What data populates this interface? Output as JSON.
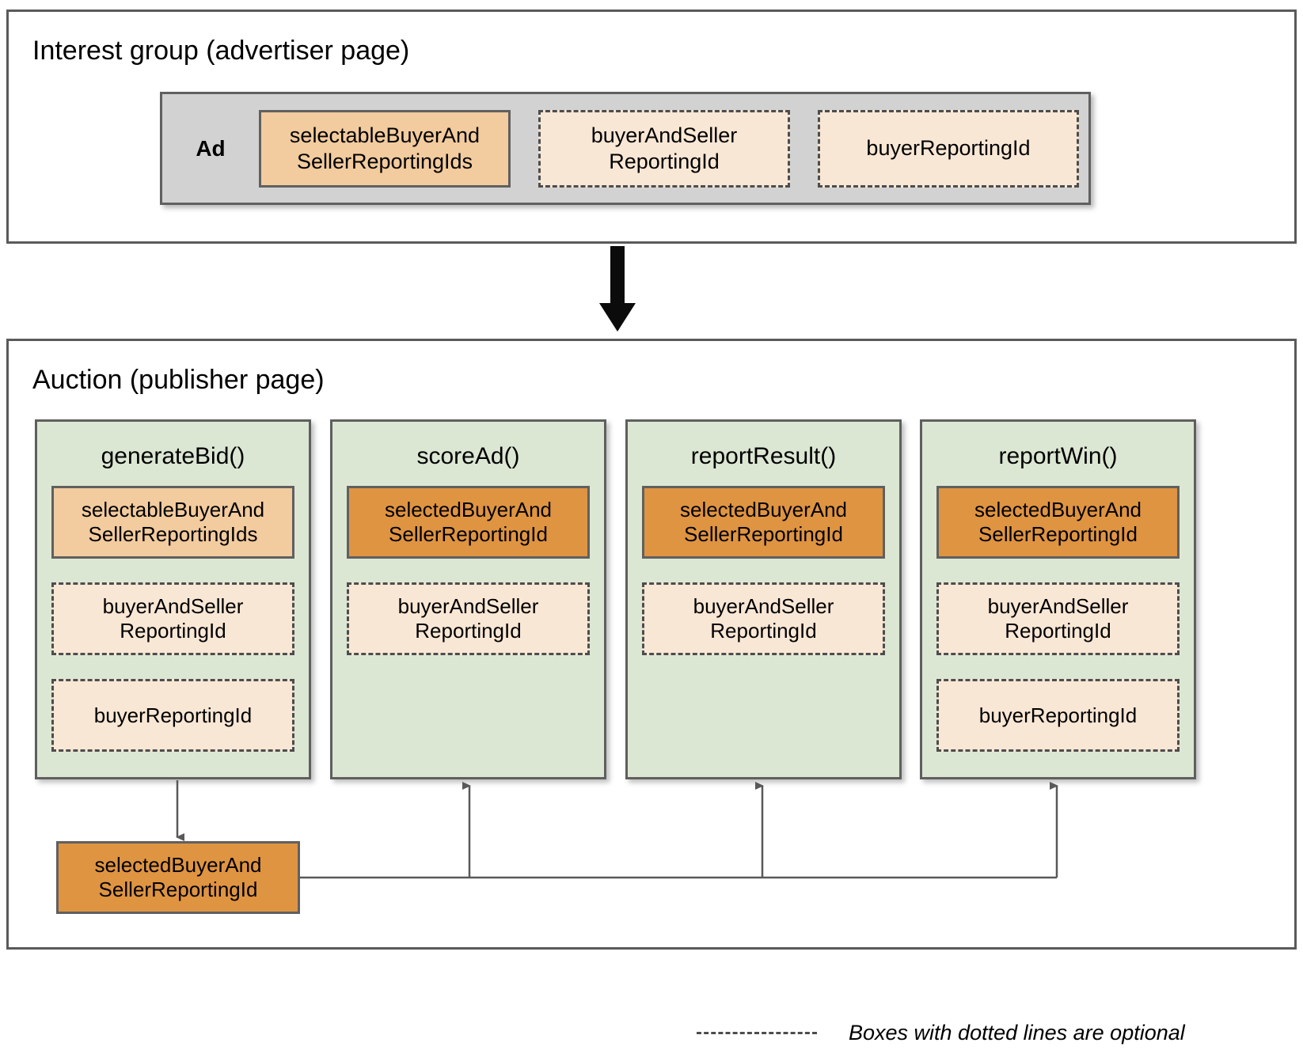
{
  "interest_group": {
    "title": "Interest group (advertiser page)",
    "ad_label": "Ad",
    "boxes": [
      {
        "label": "selectableBuyerAnd\nSellerReportingIds",
        "style": "solid-light"
      },
      {
        "label": "buyerAndSeller\nReportingId",
        "style": "dashed"
      },
      {
        "label": "buyerReportingId",
        "style": "dashed"
      }
    ]
  },
  "auction": {
    "title": "Auction (publisher page)",
    "functions": [
      {
        "name": "generateBid()",
        "params": [
          {
            "label": "selectableBuyerAnd\nSellerReportingIds",
            "style": "solid-light"
          },
          {
            "label": "buyerAndSeller\nReportingId",
            "style": "dashed"
          },
          {
            "label": "buyerReportingId",
            "style": "dashed"
          }
        ]
      },
      {
        "name": "scoreAd()",
        "params": [
          {
            "label": "selectedBuyerAnd\nSellerReportingId",
            "style": "solid-dark"
          },
          {
            "label": "buyerAndSeller\nReportingId",
            "style": "dashed"
          }
        ]
      },
      {
        "name": "reportResult()",
        "params": [
          {
            "label": "selectedBuyerAnd\nSellerReportingId",
            "style": "solid-dark"
          },
          {
            "label": "buyerAndSeller\nReportingId",
            "style": "dashed"
          }
        ]
      },
      {
        "name": "reportWin()",
        "params": [
          {
            "label": "selectedBuyerAnd\nSellerReportingId",
            "style": "solid-dark"
          },
          {
            "label": "buyerAndSeller\nReportingId",
            "style": "dashed"
          },
          {
            "label": "buyerReportingId",
            "style": "dashed"
          }
        ]
      }
    ],
    "result_box": {
      "label": "selectedBuyerAnd\nSellerReportingId",
      "style": "solid-dark"
    }
  },
  "legend": {
    "text": "Boxes with dotted lines are optional"
  },
  "colors": {
    "solid_light_fill": "#f2cb9e",
    "solid_dark_fill": "#df9442",
    "dashed_fill": "#f9e7d5",
    "function_fill": "#dce7d3",
    "ad_fill": "#d2d2d2",
    "border": "#606060",
    "dash_border": "#4d4d4d"
  }
}
